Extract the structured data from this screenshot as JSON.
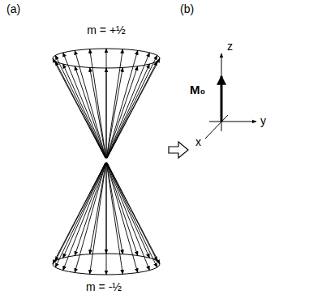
{
  "diagram": {
    "labels": [
      "(a)",
      "(b)",
      "m = +½",
      "m = -½",
      "z",
      "M₀",
      "y",
      "x"
    ]
  }
}
